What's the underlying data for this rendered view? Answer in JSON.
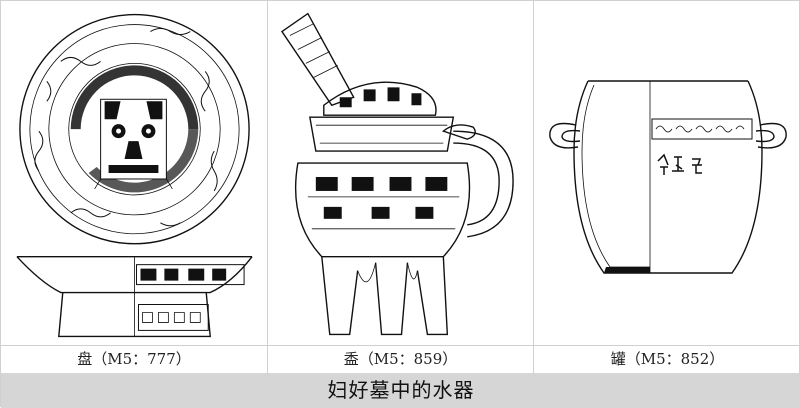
{
  "figure": {
    "title": "妇好墓中的水器",
    "panels": [
      {
        "caption": "盘（M5：777）"
      },
      {
        "caption": "盉（M5：859）"
      },
      {
        "caption": "罐（M5：852）"
      }
    ]
  }
}
